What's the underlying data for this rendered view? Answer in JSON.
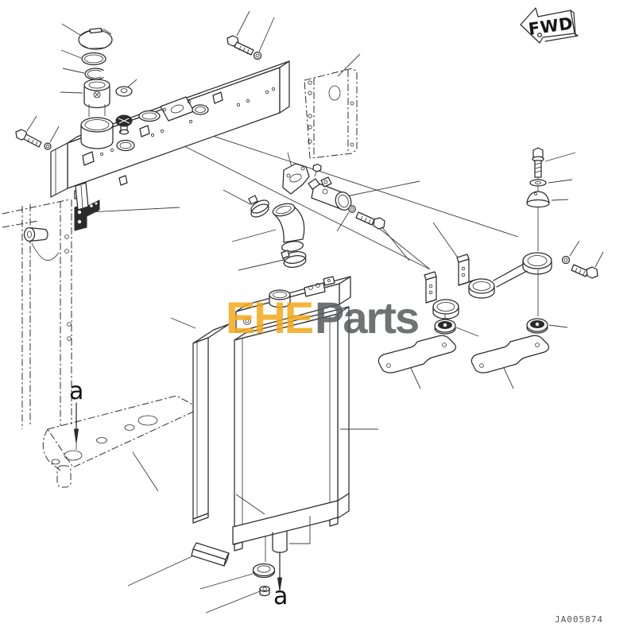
{
  "figure": {
    "drawing_number": "JA005874",
    "fwd_label": "FWD",
    "detail_labels": {
      "upper": "a",
      "lower": "a"
    },
    "watermark": {
      "text_left": "EHE",
      "text_right": "Parts",
      "color_left": "#F3A81B",
      "color_right": "#58595B"
    },
    "line_color": "#2b2b2b",
    "background_color": "#ffffff"
  }
}
